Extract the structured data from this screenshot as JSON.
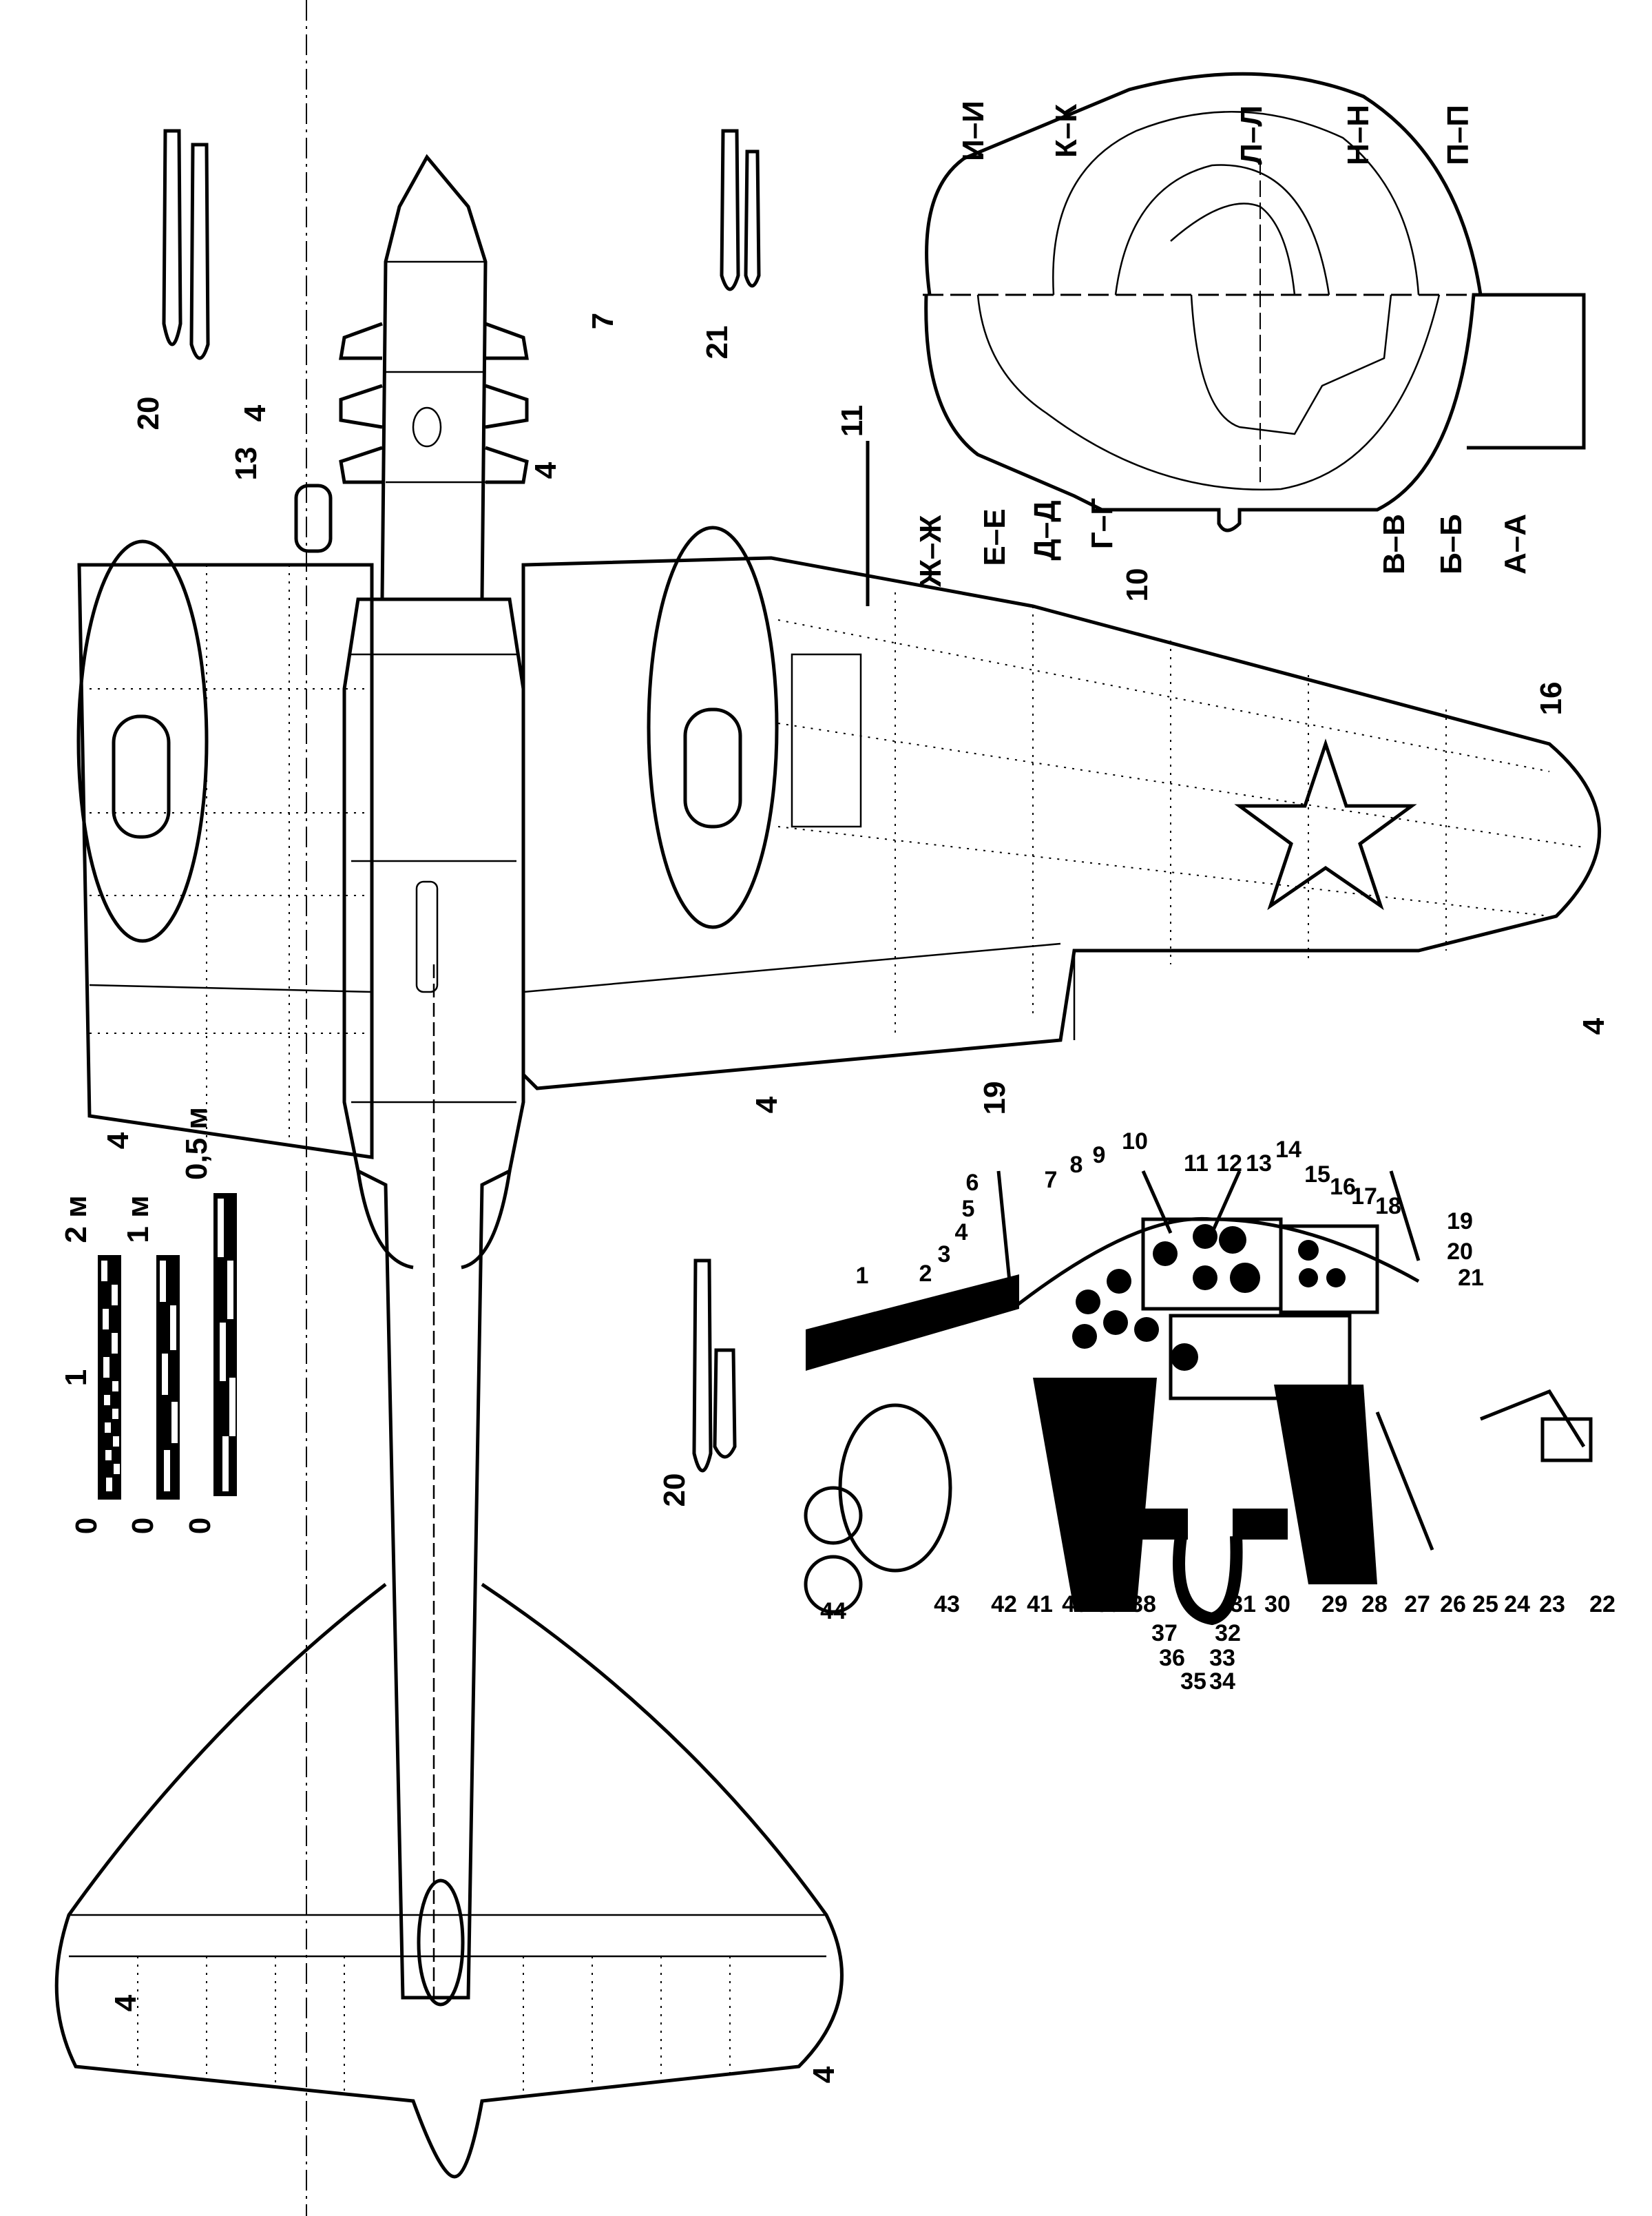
{
  "section_labels_top": [
    "И–И",
    "К–К",
    "Л–Л",
    "Н–Н",
    "П–П"
  ],
  "section_labels_bottom": [
    "Ж–Ж",
    "Е–Е",
    "Д–Д",
    "Г–Г",
    "В–В",
    "Б–Б",
    "А–А"
  ],
  "plan_callouts": [
    "7",
    "4",
    "13",
    "4",
    "20",
    "21",
    "11",
    "10",
    "16",
    "4",
    "19",
    "4",
    "4",
    "20",
    "4",
    "4"
  ],
  "scale_bars": {
    "bar_2m": {
      "zero": "0",
      "mid": "1",
      "end": "2 м"
    },
    "bar_1m": {
      "zero": "0",
      "end": "1 м"
    },
    "bar_05m": {
      "zero": "0",
      "end": "0,5 м"
    }
  },
  "cockpit_callouts": [
    "1",
    "2",
    "3",
    "4",
    "5",
    "6",
    "7",
    "8",
    "9",
    "10",
    "11",
    "12",
    "13",
    "14",
    "15",
    "16",
    "17",
    "18",
    "19",
    "20",
    "21",
    "22",
    "23",
    "24",
    "25",
    "26",
    "27",
    "28",
    "29",
    "30",
    "31",
    "32",
    "33",
    "34",
    "35",
    "36",
    "37",
    "38",
    "39",
    "40",
    "41",
    "42",
    "43",
    "44"
  ]
}
